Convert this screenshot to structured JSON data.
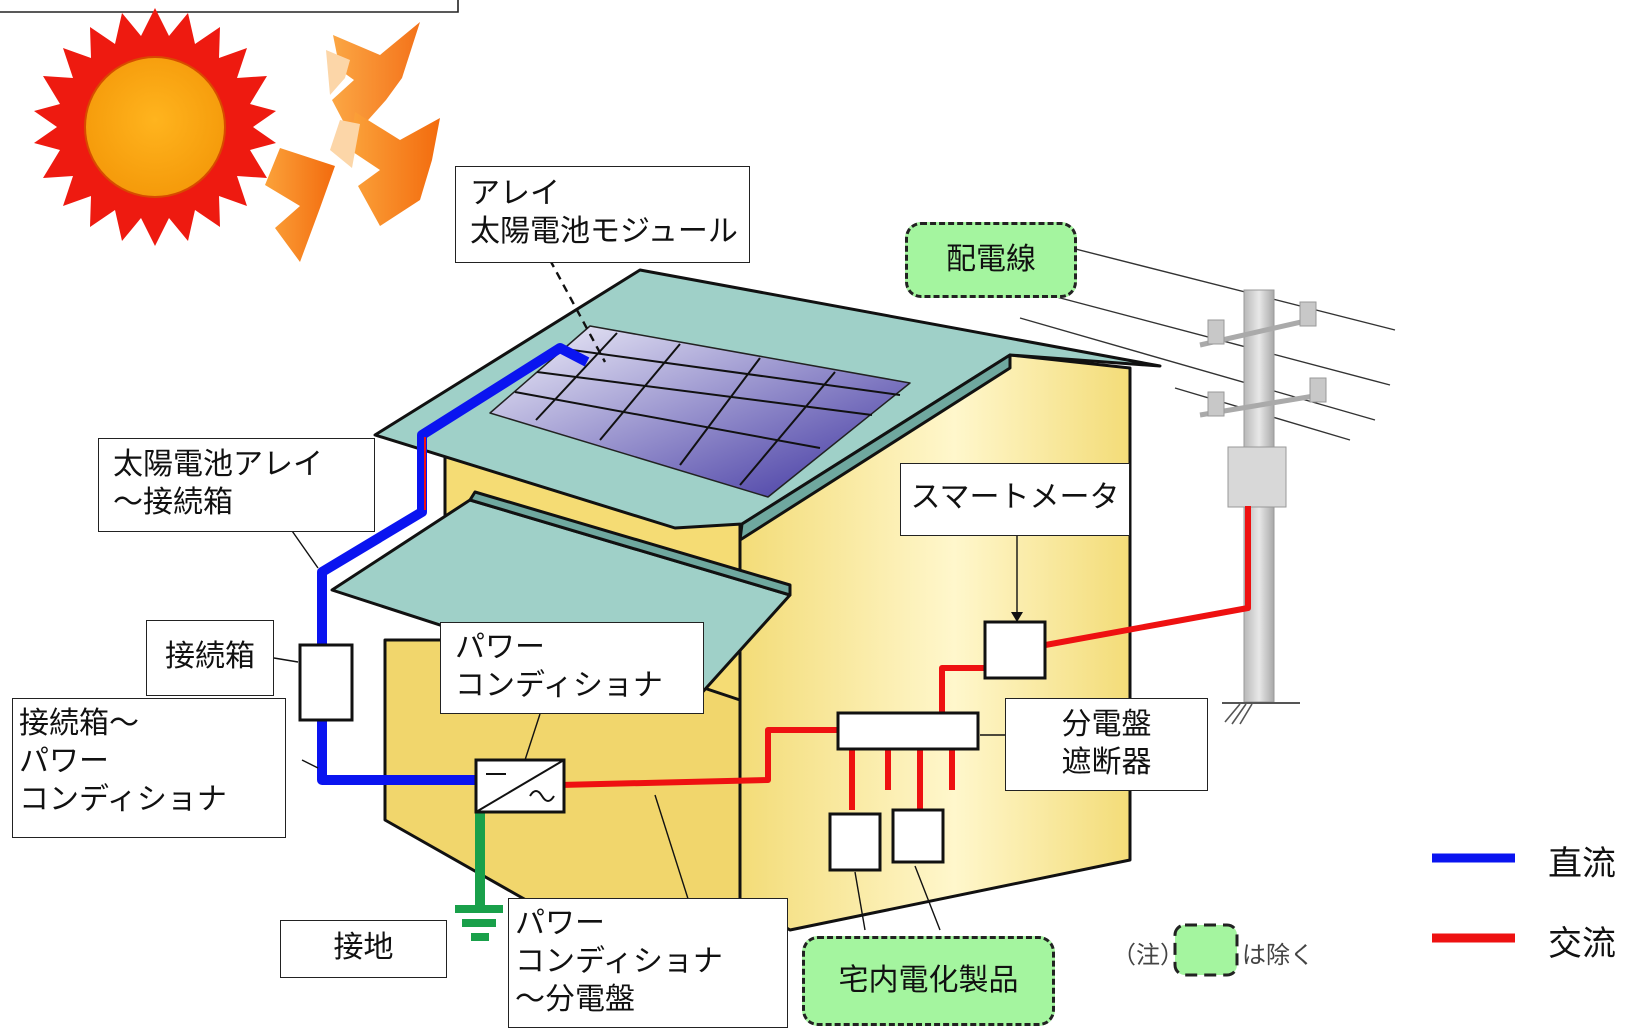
{
  "labels": {
    "array_module": [
      "アレイ",
      "太陽電池モジュール"
    ],
    "distribution_line": "配電線",
    "array_to_junction": [
      "太陽電池アレイ",
      "～接続箱"
    ],
    "smart_meter": "スマートメータ",
    "junction_box": "接続箱",
    "power_conditioner": [
      "パワー",
      "コンディショナ"
    ],
    "junction_to_pcs": [
      "接続箱～",
      "パワー",
      "コンディショナ"
    ],
    "panelboard_breaker": [
      "分電盤",
      "遮断器"
    ],
    "ground": "接地",
    "pcs_to_panelboard": [
      "パワー",
      "コンディショナ",
      "～分電盤"
    ],
    "home_appliances": "宅内電化製品"
  },
  "note": {
    "prefix": "（注）",
    "suffix": "は除く"
  },
  "legend": {
    "dc": {
      "label": "直流",
      "color": "#0a14f0"
    },
    "ac": {
      "label": "交流",
      "color": "#ee1111"
    }
  },
  "colors": {
    "dc_wire": "#0a14f0",
    "ac_wire": "#ee1111",
    "ground_wire": "#19a04a",
    "excluded_fill": "#a4f59f",
    "wall_front": "#f6e07a",
    "roof": "#9fd0c8"
  }
}
